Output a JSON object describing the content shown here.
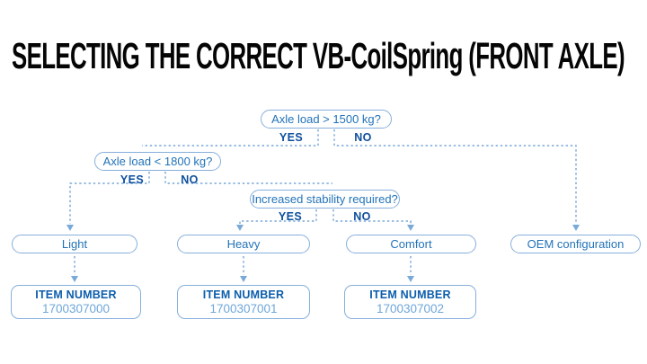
{
  "title": "SELECTING THE CORRECT VB-CoilSpring (FRONT AXLE)",
  "flow": {
    "decisions": [
      {
        "question": "Axle load > 1500 kg?",
        "yes": "YES",
        "no": "NO"
      },
      {
        "question": "Axle load < 1800 kg?",
        "yes": "YES",
        "no": "NO"
      },
      {
        "question": "Increased stability required?",
        "yes": "YES",
        "no": "NO"
      }
    ],
    "outcomes": [
      {
        "label": "Light",
        "item_label": "ITEM NUMBER",
        "item_number": "1700307000"
      },
      {
        "label": "Heavy",
        "item_label": "ITEM NUMBER",
        "item_number": "1700307001"
      },
      {
        "label": "Comfort",
        "item_label": "ITEM NUMBER",
        "item_number": "1700307002"
      },
      {
        "label": "OEM configuration"
      }
    ]
  },
  "colors": {
    "question_text": "#2273b9",
    "yes_no_text": "#0d4f9c",
    "item_label_text": "#0c5dac",
    "item_number_text": "#6fa7d9",
    "box_border": "#86afdb",
    "connector_line": "#8cb4de",
    "arrowhead": "#79a9d9",
    "title_text": "#050505",
    "background": "#ffffff"
  }
}
